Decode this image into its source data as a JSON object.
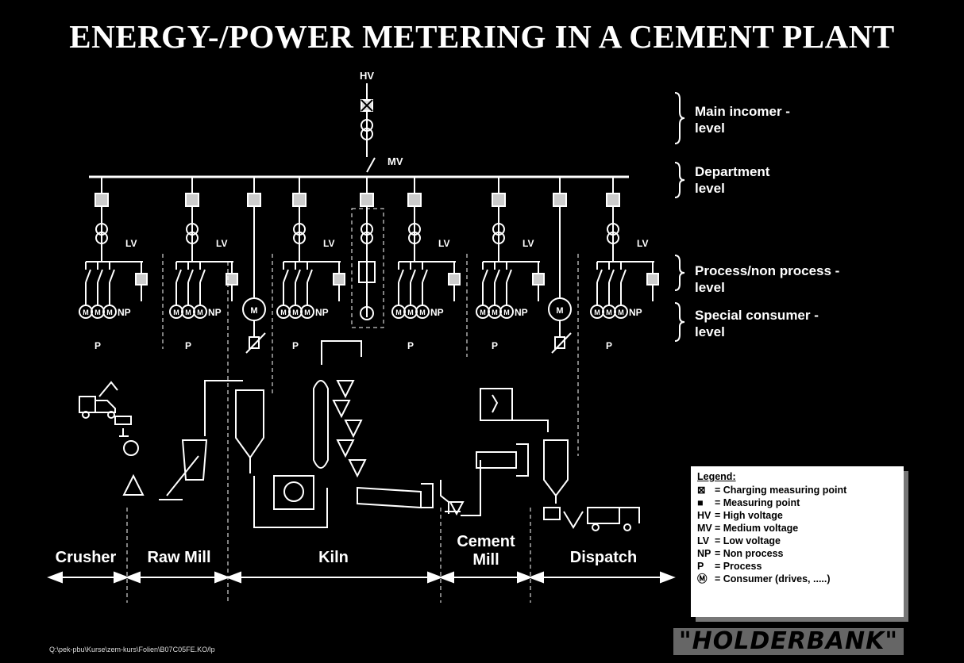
{
  "title": "ENERGY-/POWER METERING IN A CEMENT PLANT",
  "labels": {
    "hv": "HV",
    "mv": "MV",
    "lv": "LV",
    "np": "NP",
    "p": "P",
    "m": "M"
  },
  "levels": [
    {
      "line1": "Main incomer -",
      "line2": "level"
    },
    {
      "line1": "Department",
      "line2": "level"
    },
    {
      "line1": "Process/non process -",
      "line2": "level"
    },
    {
      "line1": "Special consumer -",
      "line2": "level"
    }
  ],
  "sections": {
    "crusher": "Crusher",
    "raw_mill": "Raw Mill",
    "kiln": "Kiln",
    "cement_mill_1": "Cement",
    "cement_mill_2": "Mill",
    "dispatch": "Dispatch"
  },
  "legend": {
    "header": "Legend:",
    "rows": [
      {
        "key": "⊠",
        "text": "= Charging measuring point"
      },
      {
        "key": "■",
        "text": "= Measuring point"
      },
      {
        "key": "HV",
        "text": "= High voltage"
      },
      {
        "key": "MV",
        "text": "      = Medium voltage"
      },
      {
        "key": "LV",
        "text": "= Low voltage"
      },
      {
        "key": "NP",
        "text": "= Non process"
      },
      {
        "key": "P",
        "text": "= Process"
      },
      {
        "key": "Ⓜ",
        "text": "= Consumer (drives, .....)"
      }
    ]
  },
  "footer_path": "Q:\\pek-pbu\\Kurse\\zem-kurs\\Folien\\B07C05FE.KO/lp",
  "brand": "\"HOLDERBANK\""
}
